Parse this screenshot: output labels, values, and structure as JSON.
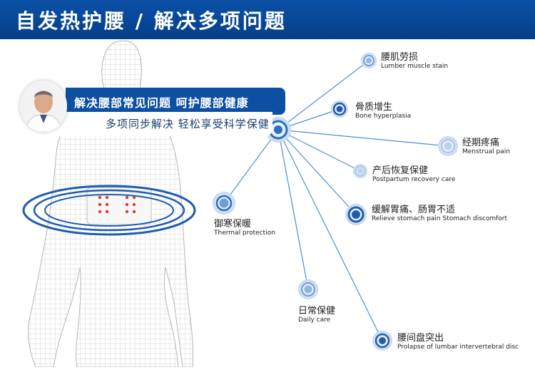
{
  "header": {
    "title": "自发热护腰 / 解决多项问题"
  },
  "banner": {
    "headline": "解决腰部常见问题 呵护腰部健康",
    "subline": "多项同步解决 轻松享受科学保健"
  },
  "benefits": [
    {
      "cn": "腰肌劳损",
      "en": "Lumber muscle stain"
    },
    {
      "cn": "骨质增生",
      "en": "Bone hyperplasia"
    },
    {
      "cn": "经期疼痛",
      "en": "Menstrual pain"
    },
    {
      "cn": "产后恢复保健",
      "en": "Postpartum recovery care"
    },
    {
      "cn": "缓解胃痛、肠胃不适",
      "en": "Relieve stomach pain Stomach discomfort"
    },
    {
      "cn": "御寒保暖",
      "en": "Thermal protection"
    },
    {
      "cn": "日常保健",
      "en": "Daily care"
    },
    {
      "cn": "腰间盘突出",
      "en": "Prolapse of lumbar intervertebral disc"
    }
  ],
  "colors": {
    "brand": "#0b50a6",
    "node": "#2a6fc1",
    "node_light": "#8fb6e3"
  }
}
